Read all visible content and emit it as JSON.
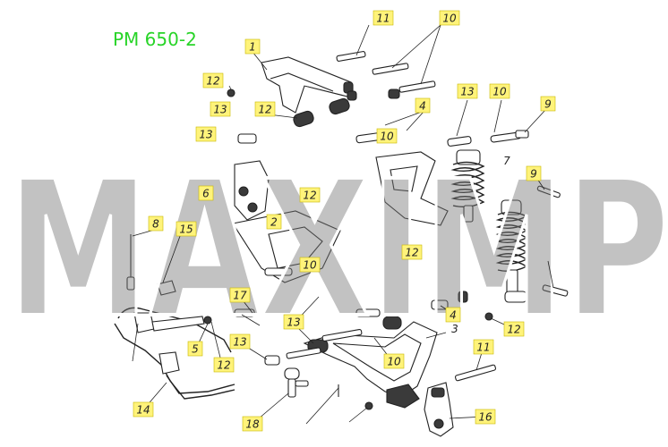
{
  "diagram": {
    "title": "PM 650-2",
    "watermark": "MAXIMP",
    "callouts": [
      {
        "label": "1"
      },
      {
        "label": "2"
      },
      {
        "label": "4"
      },
      {
        "label": "4"
      },
      {
        "label": "5"
      },
      {
        "label": "6"
      },
      {
        "label": "8"
      },
      {
        "label": "9"
      },
      {
        "label": "9"
      },
      {
        "label": "10"
      },
      {
        "label": "10"
      },
      {
        "label": "10"
      },
      {
        "label": "10"
      },
      {
        "label": "10"
      },
      {
        "label": "11"
      },
      {
        "label": "11"
      },
      {
        "label": "12"
      },
      {
        "label": "12"
      },
      {
        "label": "12"
      },
      {
        "label": "12"
      },
      {
        "label": "12"
      },
      {
        "label": "12"
      },
      {
        "label": "13"
      },
      {
        "label": "13"
      },
      {
        "label": "13"
      },
      {
        "label": "13"
      },
      {
        "label": "13"
      },
      {
        "label": "14"
      },
      {
        "label": "15"
      },
      {
        "label": "16"
      },
      {
        "label": "17"
      },
      {
        "label": "18"
      }
    ],
    "plain_labels": [
      {
        "label": "3"
      },
      {
        "label": "7"
      }
    ]
  },
  "colors": {
    "title": "#28d428",
    "callout_fill": "#fff37a",
    "watermark": "#7a7a7a",
    "outline": "#222222"
  }
}
